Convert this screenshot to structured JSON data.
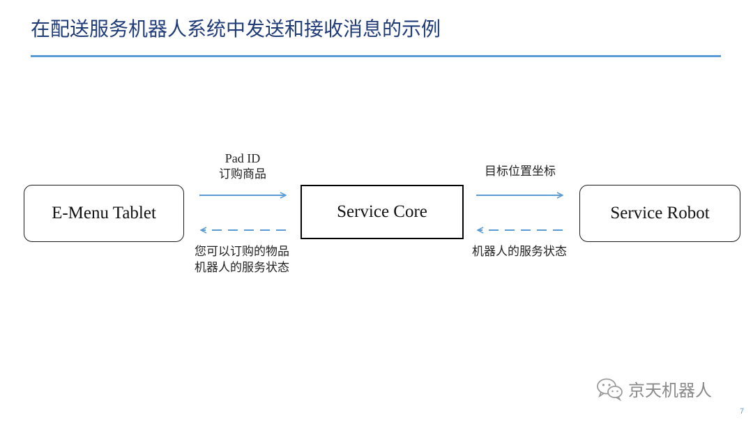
{
  "slide": {
    "title": "在配送服务机器人系统中发送和接收消息的示例",
    "page_number": "7"
  },
  "colors": {
    "title": "#1f3b78",
    "rule": "#5b9bd5",
    "arrow": "#5b9bd5",
    "box_border": "#1a1a1a"
  },
  "diagram": {
    "nodes": {
      "left": "E-Menu Tablet",
      "center": "Service Core",
      "right": "Service Robot"
    },
    "edges": {
      "tablet_to_core": {
        "style": "solid",
        "direction": "right",
        "lines": [
          "Pad ID",
          "订购商品"
        ]
      },
      "core_to_tablet": {
        "style": "dashed",
        "direction": "left",
        "lines": [
          "您可以订购的物品",
          "机器人的服务状态"
        ]
      },
      "core_to_robot": {
        "style": "solid",
        "direction": "right",
        "lines": [
          "目标位置坐标"
        ]
      },
      "robot_to_core": {
        "style": "dashed",
        "direction": "left",
        "lines": [
          "机器人的服务状态"
        ]
      }
    }
  },
  "watermark": {
    "icon": "wechat-icon",
    "text": "京天机器人"
  }
}
